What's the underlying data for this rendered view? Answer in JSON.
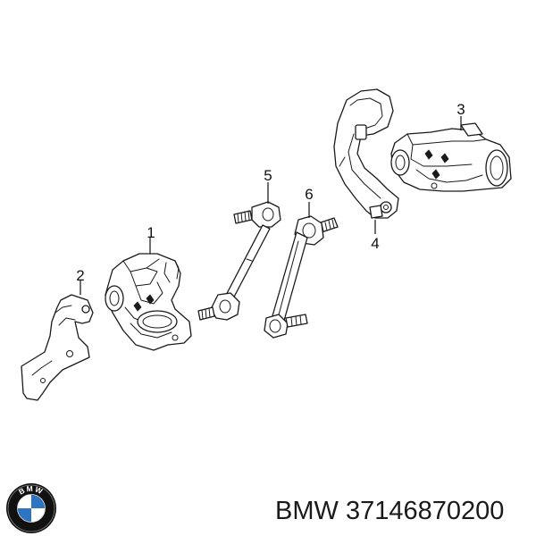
{
  "callouts": [
    {
      "number": "1"
    },
    {
      "number": "2"
    },
    {
      "number": "3"
    },
    {
      "number": "4"
    },
    {
      "number": "5"
    },
    {
      "number": "6"
    }
  ],
  "brand": {
    "logo_letters": "BMW",
    "caption_brand": "BMW",
    "part_number": "37146870200"
  },
  "colors": {
    "line": "#1a1a1a",
    "logo_blue": "#2f74c0",
    "logo_ring": "#111111"
  }
}
